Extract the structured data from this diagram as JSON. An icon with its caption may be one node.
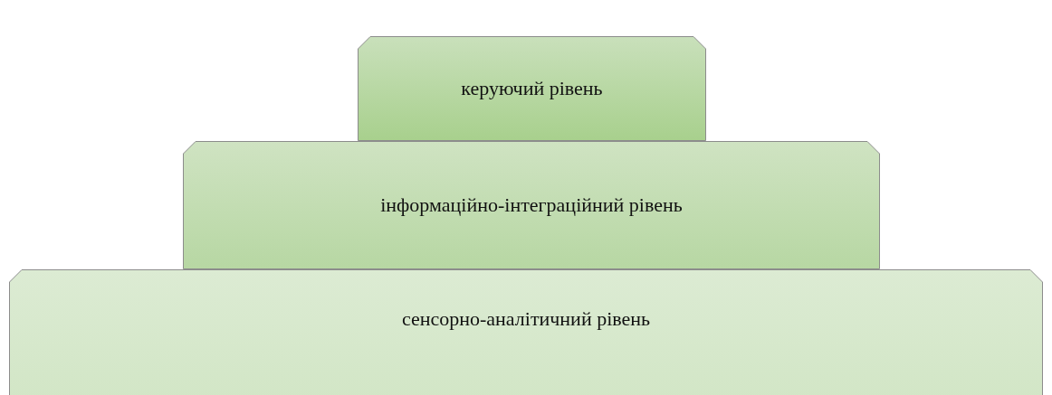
{
  "diagram": {
    "nodes": [
      {
        "text": [
          "керуючий рівень"
        ]
      },
      {
        "text": [
          "інформаційно-інтеграційний рівень"
        ]
      },
      {
        "text": [
          "сенсорно-аналітичний рівень"
        ]
      }
    ]
  }
}
